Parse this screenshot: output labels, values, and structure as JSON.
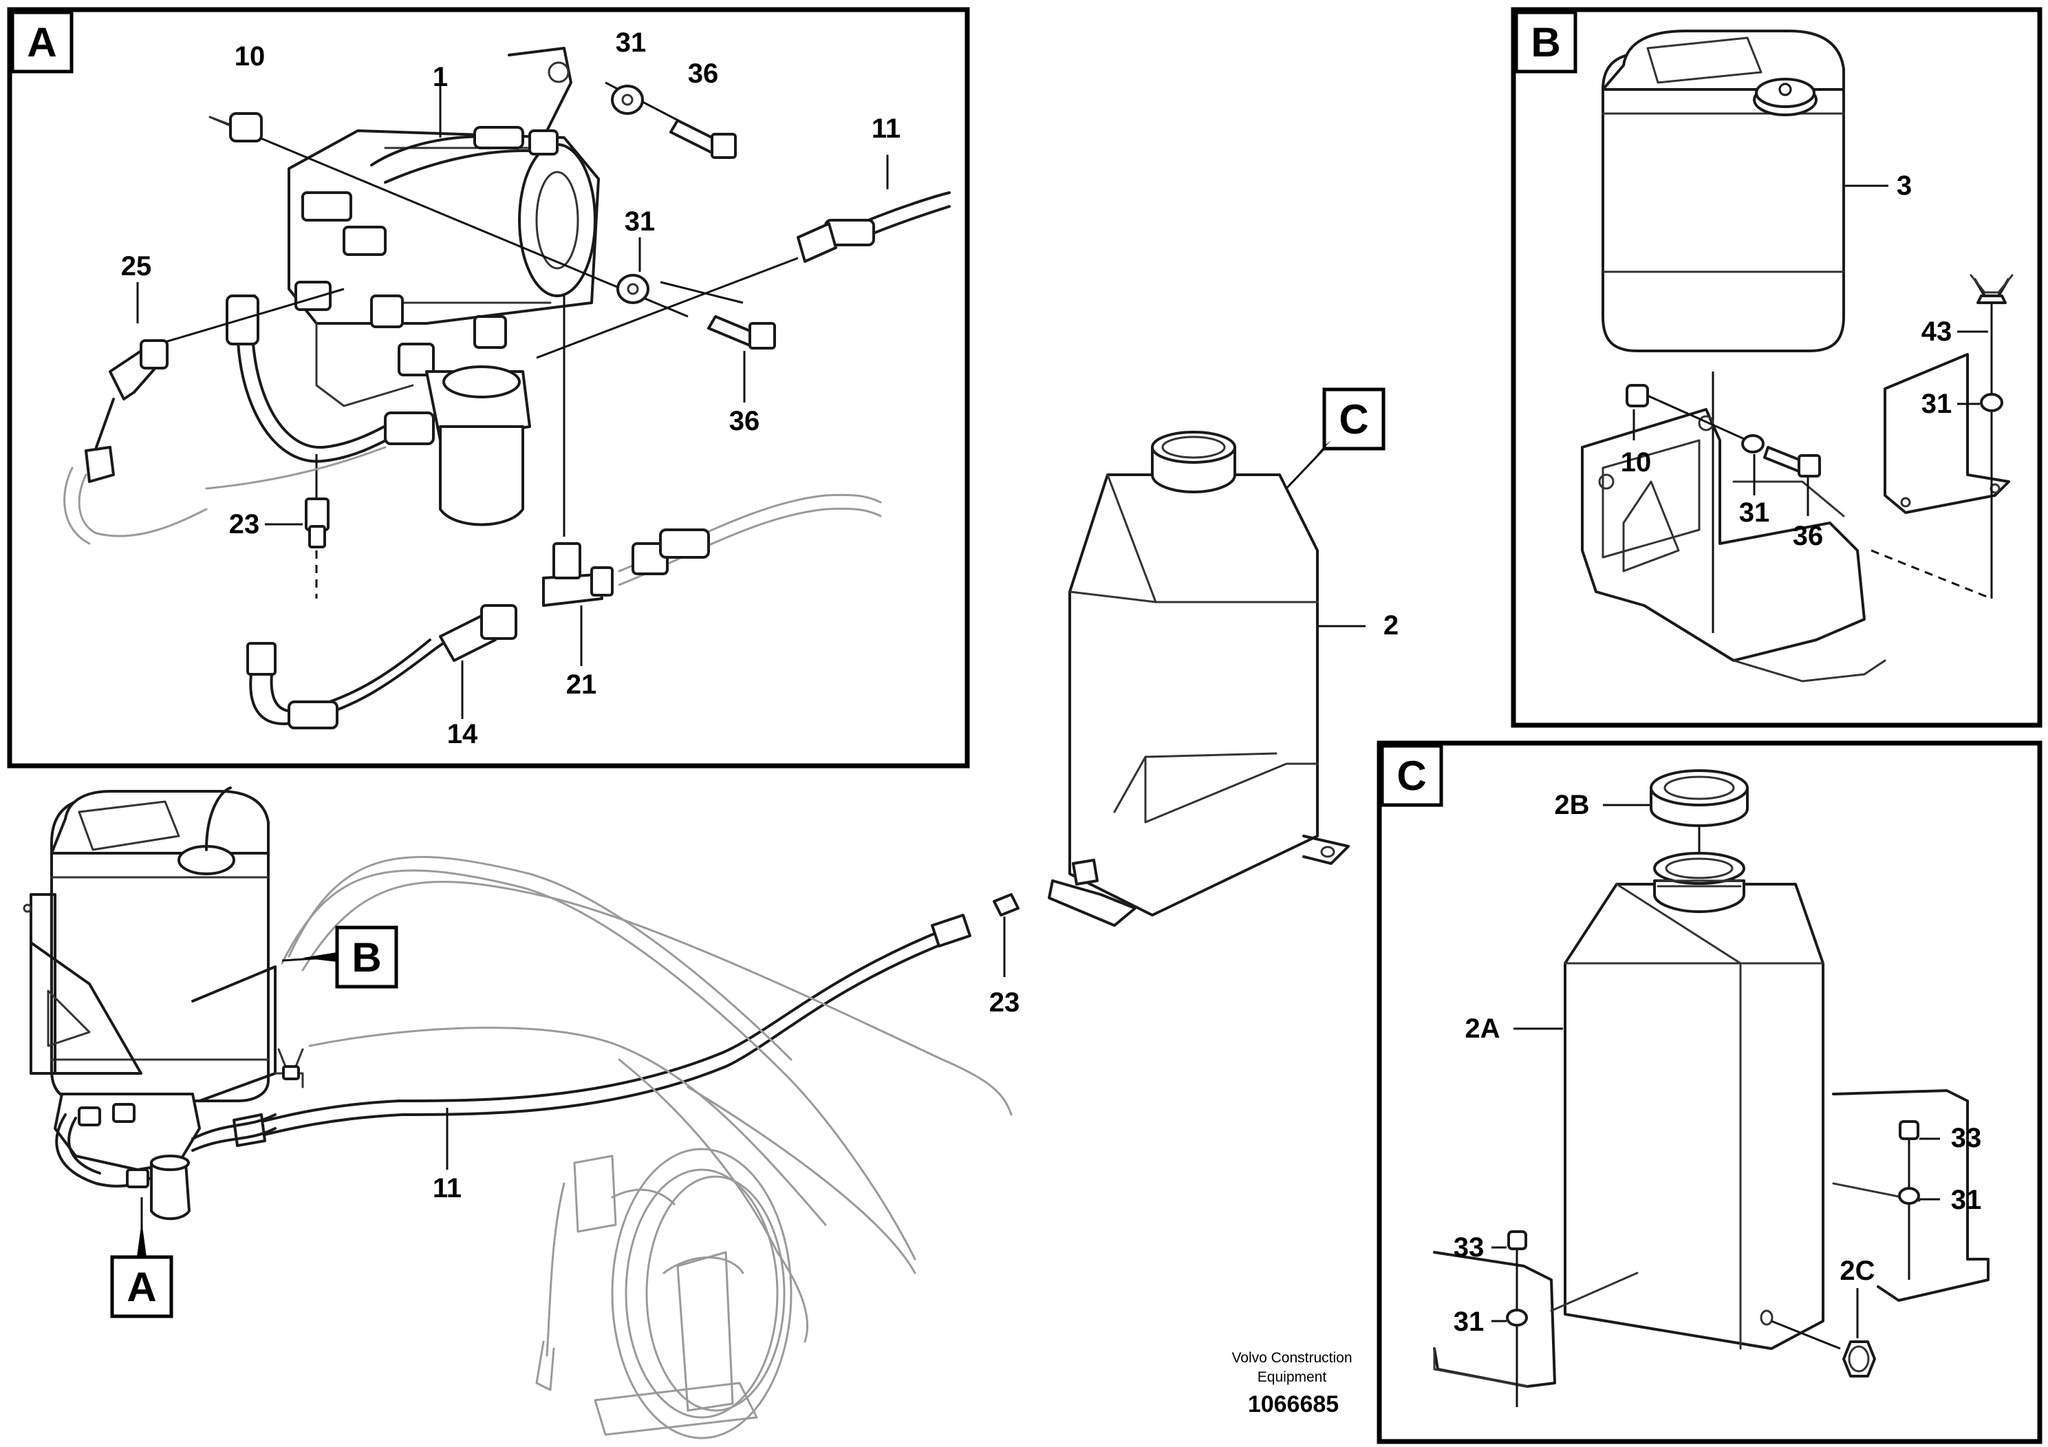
{
  "panels": {
    "A": {
      "tag": "A",
      "callouts": [
        "10",
        "1",
        "31",
        "36",
        "11",
        "25",
        "31",
        "36",
        "23",
        "21",
        "14"
      ]
    },
    "B": {
      "tag": "B",
      "callouts": [
        "3",
        "43",
        "31",
        "10",
        "31",
        "36"
      ]
    },
    "C": {
      "tag": "C",
      "callouts": [
        "2B",
        "2A",
        "33",
        "31",
        "33",
        "31",
        "2C"
      ]
    }
  },
  "main": {
    "callouts": [
      "2",
      "23",
      "11"
    ],
    "refs": [
      "C",
      "B",
      "A"
    ]
  },
  "footer": {
    "company_line1": "Volvo Construction",
    "company_line2": "Equipment",
    "doc_number": "1066685"
  }
}
